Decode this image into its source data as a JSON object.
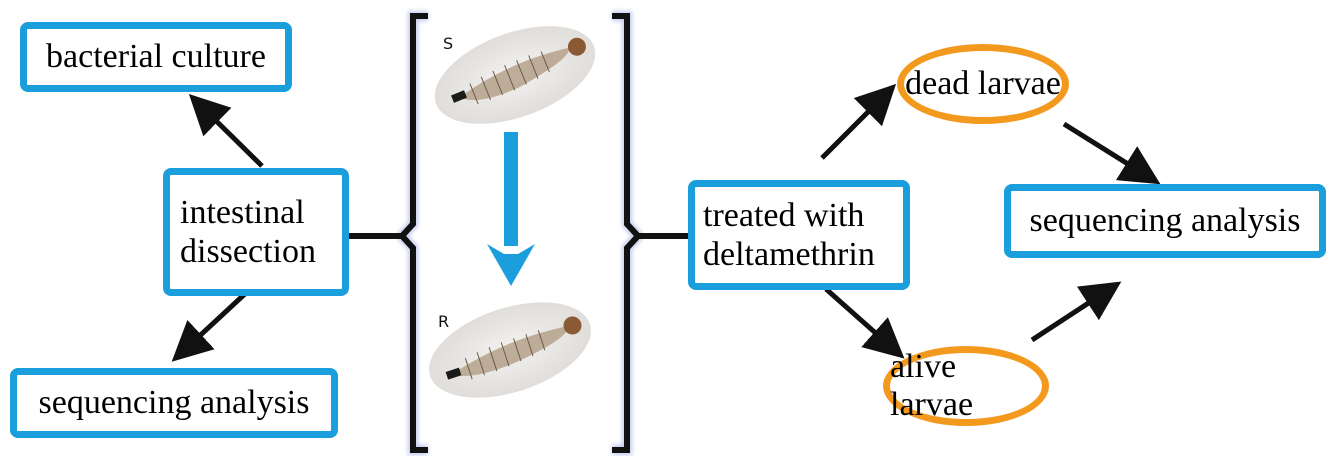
{
  "nodes": {
    "bacterial_culture": "bacterial culture",
    "intestinal_dissection_line1": "intestinal",
    "intestinal_dissection_line2": "dissection",
    "sequencing_analysis_left": "sequencing analysis",
    "treated_line1": "treated with",
    "treated_line2": "deltamethrin",
    "dead_larvae": "dead larvae",
    "alive_larvae": "alive larvae",
    "sequencing_analysis_right": "sequencing analysis"
  },
  "specimens": {
    "top_label": "S",
    "bottom_label": "R"
  },
  "colors": {
    "box_border": "#1a9fdc",
    "ellipse_border": "#f39a1e",
    "bracket": "#111111",
    "arrow_blue": "#1a9fdc"
  }
}
